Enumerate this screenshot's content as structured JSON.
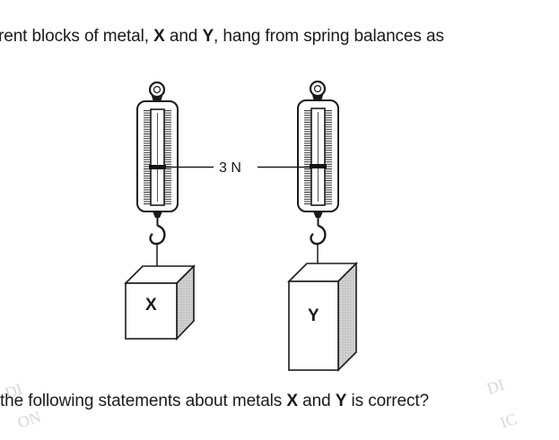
{
  "intro": {
    "text_a": "rent blocks of metal, ",
    "x": "X",
    "text_b": " and ",
    "y": "Y",
    "text_c": ", hang from spring balances as"
  },
  "question": {
    "text_a": "the following statements about metals ",
    "x": "X",
    "text_b": " and ",
    "y": "Y",
    "text_c": " is correct?"
  },
  "diagram": {
    "reading_label": "3 N",
    "block_x_label": "X",
    "block_y_label": "Y"
  }
}
